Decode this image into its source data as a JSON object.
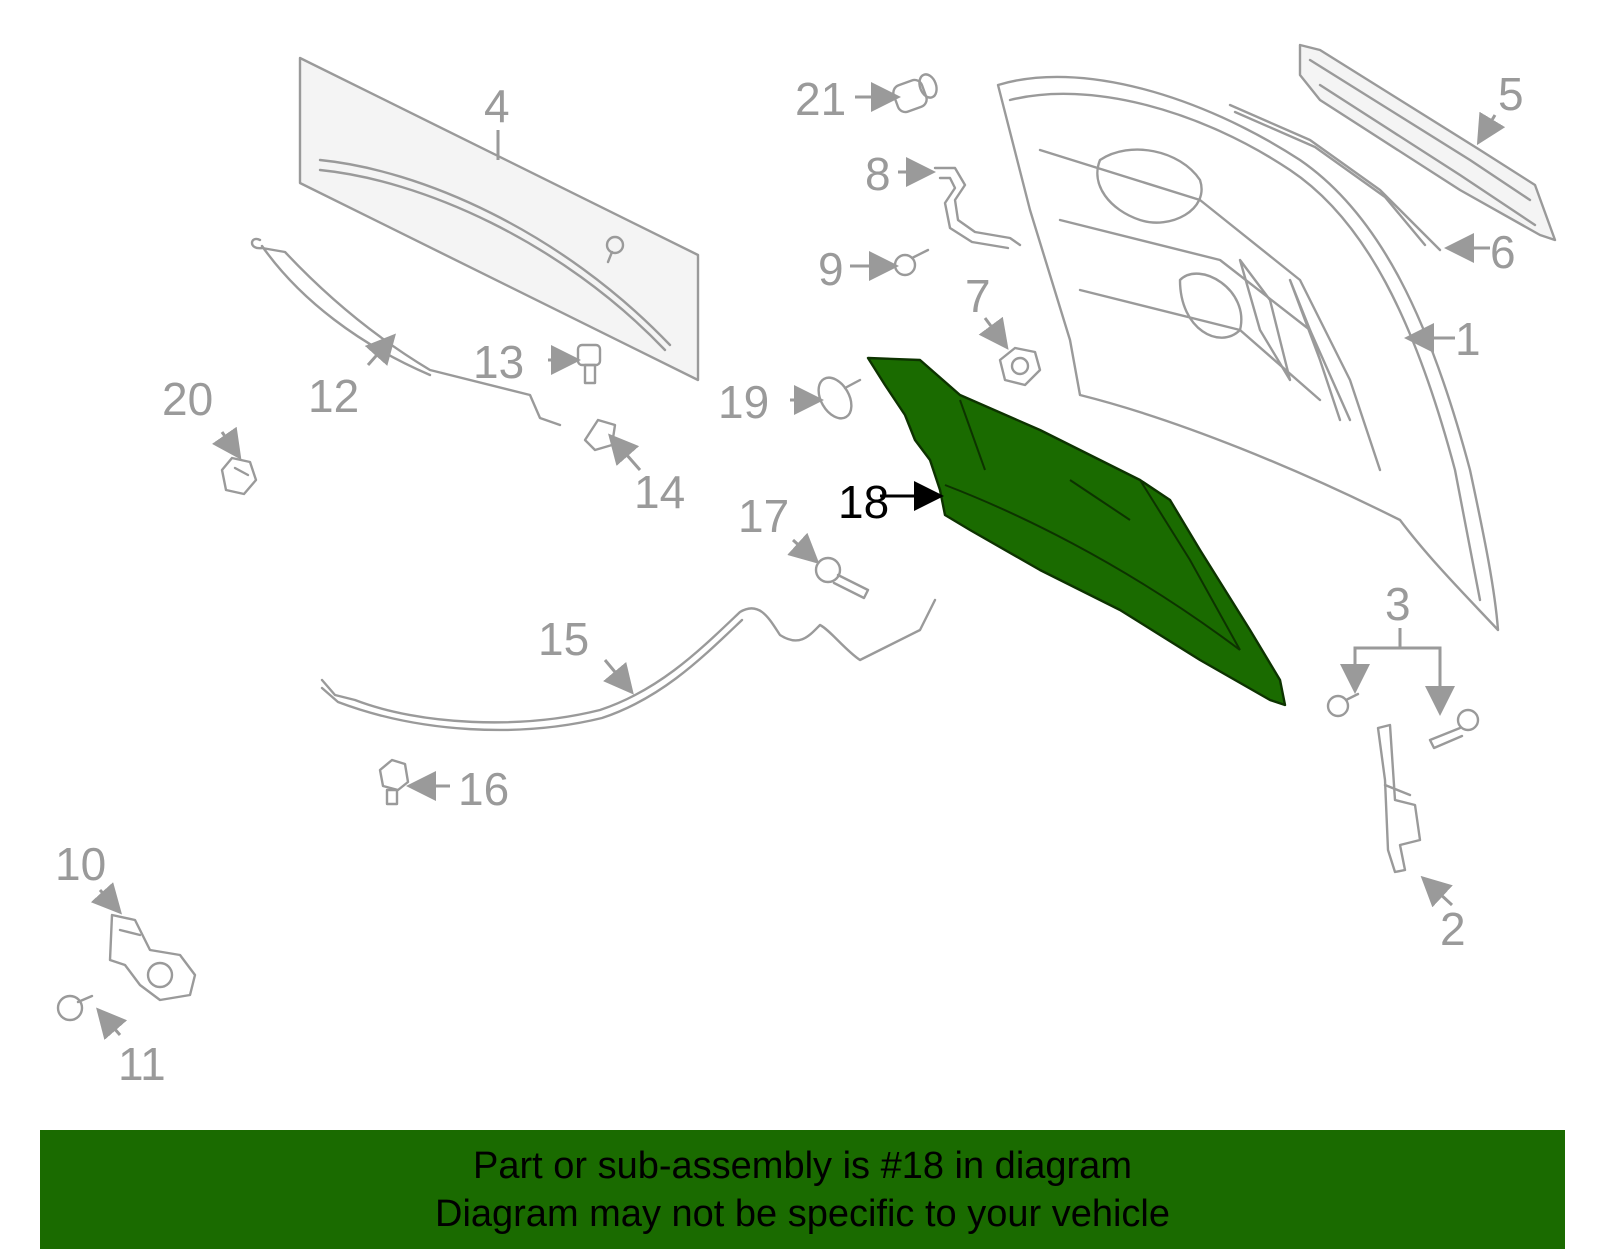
{
  "colors": {
    "highlight": "#1a6b00",
    "part_stroke": "#9a9a9a",
    "label_gray": "#9a9a9a",
    "label_highlight": "#000000"
  },
  "highlighted_part": "18",
  "callouts": {
    "c1": "1",
    "c2": "2",
    "c3": "3",
    "c4": "4",
    "c5": "5",
    "c6": "6",
    "c7": "7",
    "c8": "8",
    "c9": "9",
    "c10": "10",
    "c11": "11",
    "c12": "12",
    "c13": "13",
    "c14": "14",
    "c15": "15",
    "c16": "16",
    "c17": "17",
    "c18": "18",
    "c19": "19",
    "c20": "20",
    "c21": "21"
  },
  "footer": {
    "line1": "Part or sub-assembly is #18 in diagram",
    "line2": "Diagram may not be specific to your vehicle"
  }
}
